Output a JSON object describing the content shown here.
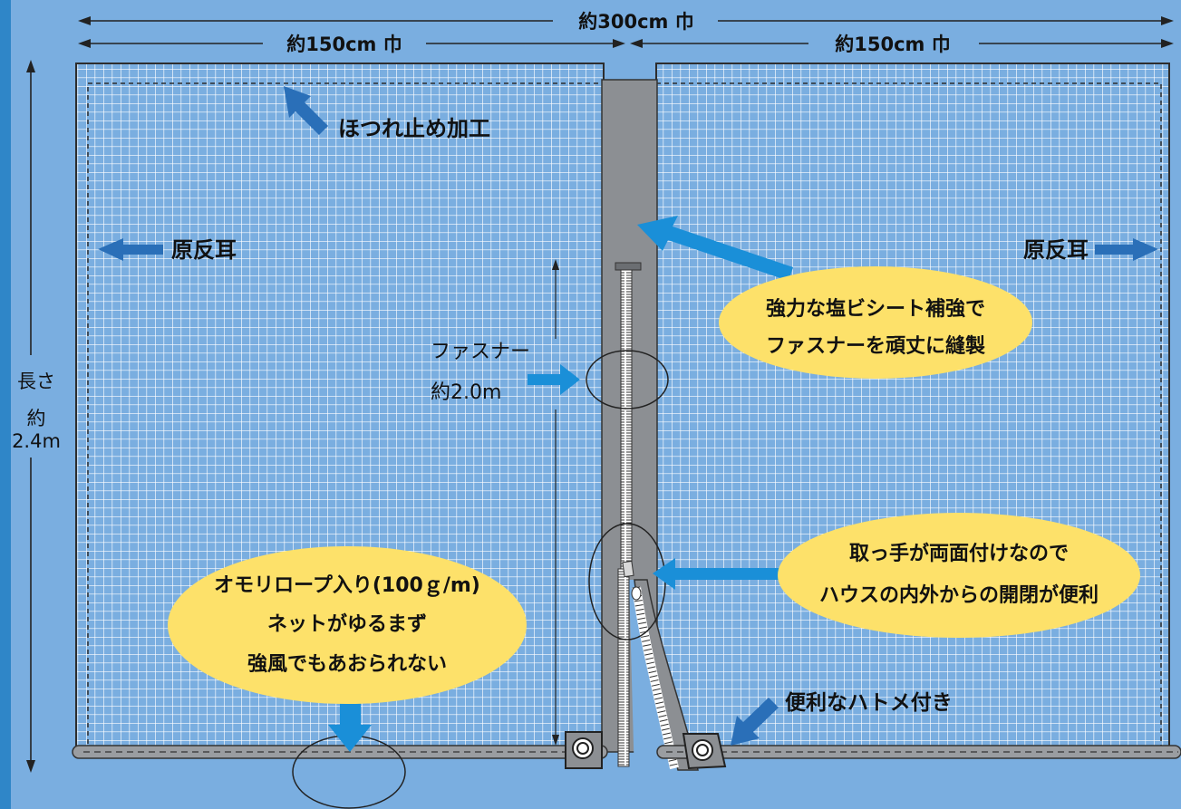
{
  "dimensions": {
    "total_width": "約300cm 巾",
    "half_width_left": "約150cm 巾",
    "half_width_right": "約150cm 巾",
    "length_label": "長さ",
    "length_value_line1": "約",
    "length_value_line2": "2.4m"
  },
  "labels": {
    "fray_stop": "ほつれ止め加工",
    "selvage_left": "原反耳",
    "selvage_right": "原反耳",
    "zipper_line1": "ファスナー",
    "zipper_line2": "約2.0m",
    "grommet": "便利なハトメ付き"
  },
  "bubbles": {
    "reinforce_line1": "強力な塩ビシート補強で",
    "reinforce_line2": "ファスナーを頑丈に縫製",
    "handle_line1": "取っ手が両面付けなので",
    "handle_line2": "ハウスの内外からの開閉が便利",
    "rope_line1": "オモリロープ入り(100ｇ/m)",
    "rope_line2": "ネットがゆるまず",
    "rope_line3": "強風でもあおられない"
  },
  "colors": {
    "background": "#7aaee0",
    "frame_blue": "#2f86c8",
    "net_line": "#ffffff",
    "arrow_blue": "#1a8fd8",
    "arrow_dark": "#2a6fb8",
    "bubble_yellow": "#fde16a",
    "sheet_gray": "#8c8f93",
    "rope_gray": "#9a9da1"
  }
}
